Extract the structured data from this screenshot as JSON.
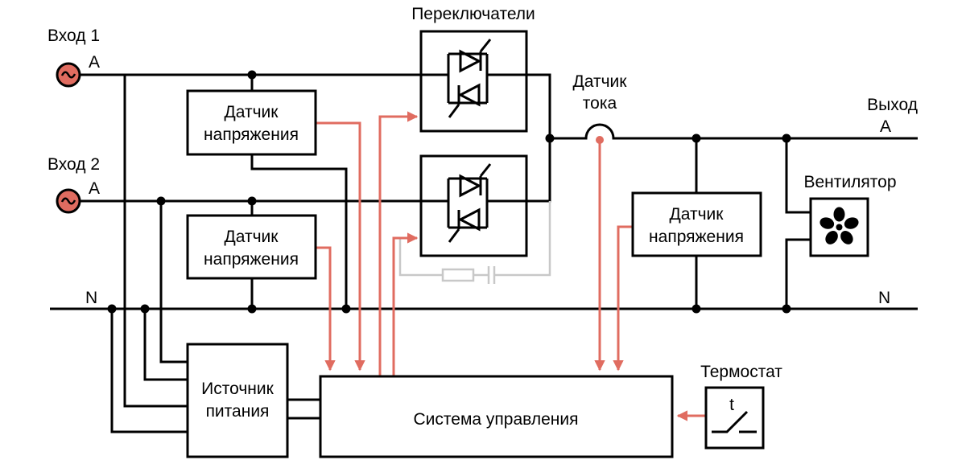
{
  "labels": {
    "input1": "Вход 1",
    "input2": "Вход 2",
    "phase_a1": "A",
    "phase_a2": "A",
    "neutral_left": "N",
    "neutral_right": "N",
    "switches": "Переключатели",
    "current_sensor_line1": "Датчик",
    "current_sensor_line2": "тока",
    "output": "Выход",
    "phase_a_out": "A",
    "fan": "Вентилятор",
    "thermostat": "Термостат",
    "thermostat_symbol": "t"
  },
  "boxes": {
    "voltage_sensor_1": [
      "Датчик",
      "напряжения"
    ],
    "voltage_sensor_2": [
      "Датчик",
      "напряжения"
    ],
    "voltage_sensor_3": [
      "Датчик",
      "напряжения"
    ],
    "power_supply": [
      "Источник",
      "питания"
    ],
    "control_system": "Система управления"
  },
  "colors": {
    "signal": "#e06c60",
    "source_fill": "#e06c60",
    "bypass": "#c8c8c8",
    "wire": "#000000"
  }
}
